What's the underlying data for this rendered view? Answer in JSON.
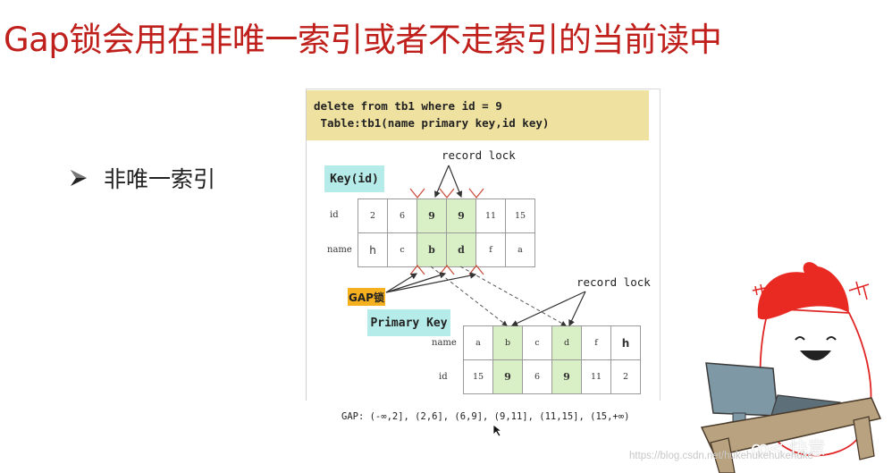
{
  "slide": {
    "title": "Gap锁会用在非唯一索引或者不走索引的当前读中",
    "title_color": "#c0201c",
    "bullet": {
      "icon": "arrowhead-bullet-icon",
      "text": "非唯一索引"
    }
  },
  "diagram": {
    "sql": {
      "line1": "delete from tb1 where id = 9",
      "line2": " Table:tb1(name primary key,id key)",
      "background": "#efe19f"
    },
    "top_record_lock_label": "record lock",
    "key_index": {
      "label": "Key(id)",
      "row_labels": [
        "id",
        "name"
      ],
      "id": [
        "2",
        "6",
        "9",
        "9",
        "11",
        "15"
      ],
      "name": [
        "h",
        "c",
        "b",
        "d",
        "f",
        "a"
      ],
      "highlighted_columns": [
        2,
        3
      ]
    },
    "gap_lock_label": "GAP锁",
    "primary_index": {
      "label": "Primary Key",
      "record_lock_label": "record lock",
      "row_labels": [
        "name",
        "id"
      ],
      "name": [
        "a",
        "b",
        "c",
        "d",
        "f",
        "h"
      ],
      "id": [
        "15",
        "9",
        "6",
        "9",
        "11",
        "2"
      ],
      "highlighted_columns": [
        1,
        3
      ]
    },
    "gaps_text": "GAP: (-∞,2], (2,6], (6,9], (9,11], (11,15], (15,+∞)",
    "highlight_color": "#d9efc6",
    "label_color": "#b5ebe8",
    "gap_label_color": "#f5b01f"
  },
  "overlay": {
    "watermark": "https://blog.csdn.net/hukehukehukehuke",
    "logo_text": "ꝏ< 快意"
  }
}
